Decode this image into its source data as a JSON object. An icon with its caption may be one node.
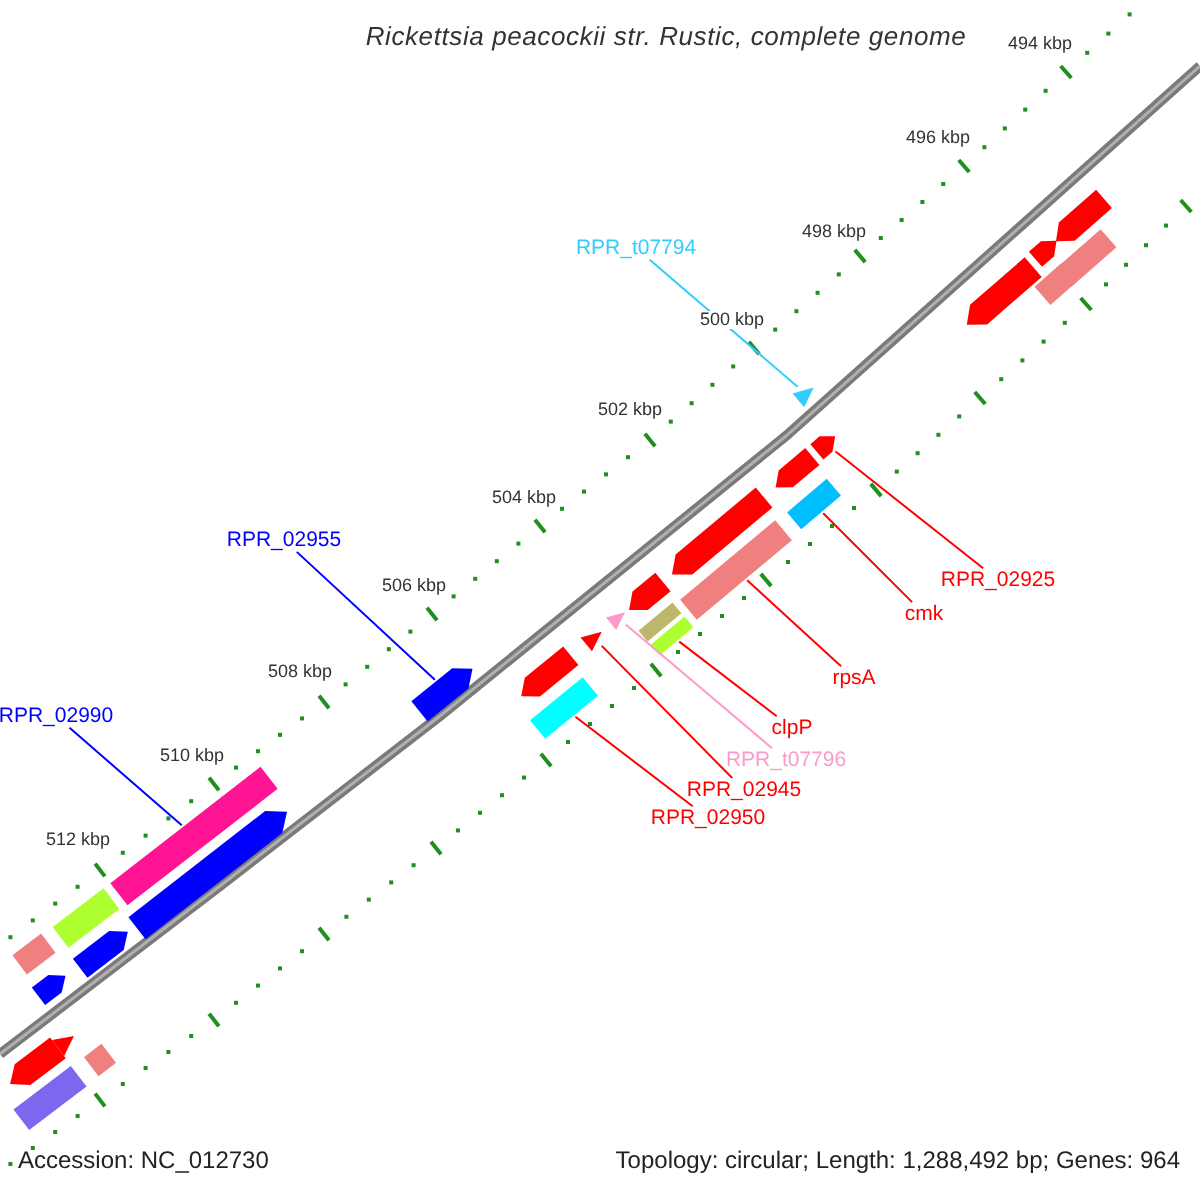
{
  "diagram": {
    "title": "Rickettsia peacockii str. Rustic, complete genome",
    "nodes": [
      {
        "text": [
          "RPR_t07794"
        ]
      },
      {
        "text": [
          "RPR_02955"
        ]
      },
      {
        "text": [
          "RPR_02925"
        ]
      },
      {
        "text": [
          "cmk"
        ]
      },
      {
        "text": [
          "rpsA"
        ]
      },
      {
        "text": [
          "RPR_02990"
        ]
      },
      {
        "text": [
          "clpP"
        ]
      },
      {
        "text": [
          "RPR_t07796"
        ]
      },
      {
        "text": [
          "RPR_02945"
        ]
      },
      {
        "text": [
          "RPR_02950"
        ]
      },
      {
        "text": [],
        "shape": "arrow"
      },
      {
        "text": [],
        "shape": "arrow"
      },
      {
        "text": [],
        "shape": "bar"
      },
      {
        "text": [],
        "shape": "bar"
      },
      {
        "text": [],
        "shape": "arrow"
      },
      {
        "text": [],
        "shape": "triangle"
      },
      {
        "text": [],
        "shape": "arrow"
      },
      {
        "text": [],
        "shape": "arrow"
      },
      {
        "text": [],
        "shape": "bar"
      },
      {
        "text": [],
        "shape": "arrow"
      },
      {
        "text": [],
        "shape": "bar"
      },
      {
        "text": [],
        "shape": "arrow"
      },
      {
        "text": [],
        "shape": "triangle"
      },
      {
        "text": [],
        "shape": "bar"
      },
      {
        "text": [],
        "shape": "bar"
      },
      {
        "text": [],
        "shape": "triangle"
      },
      {
        "text": [],
        "shape": "arrow"
      },
      {
        "text": [],
        "shape": "arrow"
      },
      {
        "text": [],
        "shape": "bar"
      },
      {
        "text": [],
        "shape": "bar"
      },
      {
        "text": [],
        "shape": "arrow"
      },
      {
        "text": [],
        "shape": "bar"
      },
      {
        "text": [],
        "shape": "arrow"
      },
      {
        "text": [],
        "shape": "bar"
      },
      {
        "text": [],
        "shape": "arrow"
      },
      {
        "text": [],
        "shape": "triangle"
      },
      {
        "text": [],
        "shape": "arrow"
      },
      {
        "text": [],
        "shape": "bar"
      },
      {
        "text": [],
        "shape": "bar"
      }
    ],
    "edges": [
      {
        "from": 0,
        "to": 15,
        "arrow": "none",
        "color": "#33ccff"
      },
      {
        "from": 1,
        "to": 27,
        "arrow": "none",
        "color": "#0000ff"
      },
      {
        "from": 2,
        "to": 16,
        "arrow": "none"
      },
      {
        "from": 3,
        "to": 18,
        "arrow": "none"
      },
      {
        "from": 4,
        "to": 20,
        "arrow": "none"
      },
      {
        "from": 5,
        "to": 29,
        "arrow": "none",
        "color": "#0000ff"
      },
      {
        "from": 6,
        "to": 24,
        "arrow": "none"
      },
      {
        "from": 7,
        "to": 22,
        "arrow": "none",
        "color": "#ff99cc"
      },
      {
        "from": 8,
        "to": 25,
        "arrow": "none"
      },
      {
        "from": 9,
        "to": 28,
        "arrow": "none"
      }
    ],
    "labels": [
      "494 kbp",
      "496 kbp",
      "498 kbp",
      "500 kbp",
      "502 kbp",
      "504 kbp",
      "506 kbp",
      "508 kbp",
      "510 kbp",
      "512 kbp",
      "Accession: NC_012730",
      "Topology: circular; Length: 1,288,492 bp; Genes: 964"
    ]
  }
}
